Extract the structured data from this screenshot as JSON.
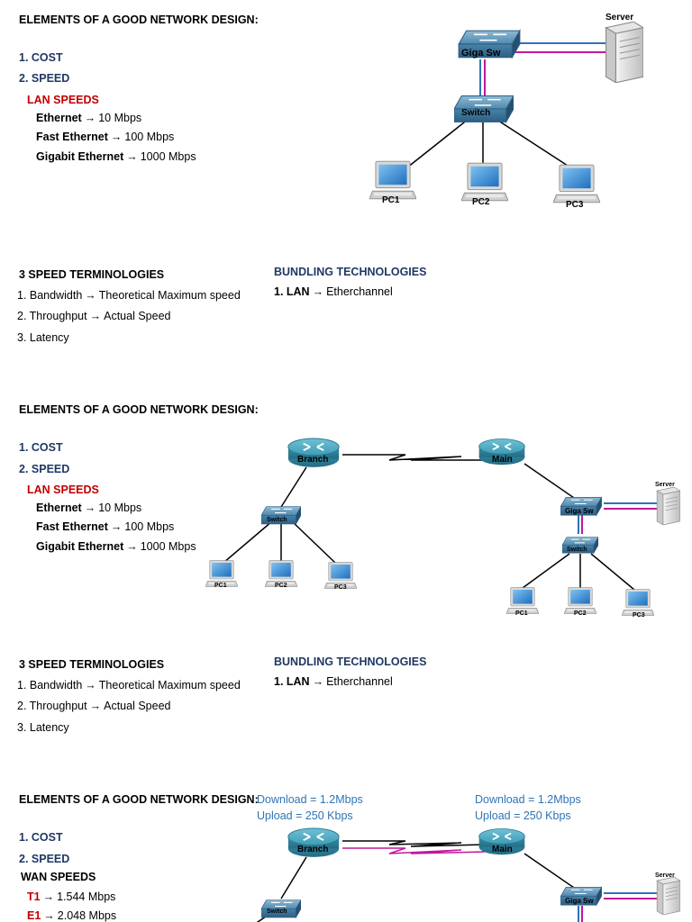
{
  "colors": {
    "navy": "#1f3864",
    "red": "#c00000",
    "link_blue": "#2e74b5",
    "cable_blue": "#2e74b5",
    "cable_magenta": "#c0189a",
    "router": "#3e9bb5",
    "switch": "#3f7fa6"
  },
  "section1": {
    "title": "ELEMENTS OF A GOOD NETWORK DESIGN:",
    "item1": "1. COST",
    "item2": "2. SPEED",
    "lan_heading": "LAN SPEEDS",
    "lan": [
      {
        "name": "Ethernet",
        "arrow": "→",
        "value": "10 Mbps"
      },
      {
        "name": "Fast Ethernet",
        "arrow": "→",
        "value": "100 Mbps"
      },
      {
        "name": "Gigabit Ethernet",
        "arrow": "→",
        "value": "1000 Mbps"
      }
    ],
    "diagram": {
      "server": "Server",
      "giga": "Giga Sw",
      "switch": "Switch",
      "pc1": "PC1",
      "pc2": "PC2",
      "pc3": "PC3"
    }
  },
  "terms1": {
    "title": "3 SPEED TERMINOLOGIES",
    "t1_label": "1. Bandwidth",
    "t1_value": "Theoretical Maximum speed",
    "t2_label": "2. Throughput",
    "t2_value": "Actual Speed",
    "t3": "3. Latency",
    "bundling_title": "BUNDLING TECHNOLOGIES",
    "bundling_label": "1. LAN",
    "bundling_value": "Etherchannel",
    "arrow": "→"
  },
  "section2": {
    "title": "ELEMENTS OF A GOOD NETWORK DESIGN:",
    "item1": "1. COST",
    "item2": "2. SPEED",
    "lan_heading": "LAN SPEEDS",
    "lan": [
      {
        "name": "Ethernet",
        "arrow": "→",
        "value": "10 Mbps"
      },
      {
        "name": "Fast Ethernet",
        "arrow": "→",
        "value": "100 Mbps"
      },
      {
        "name": "Gigabit Ethernet",
        "arrow": "→",
        "value": "1000 Mbps"
      }
    ],
    "diagram": {
      "branch": "Branch",
      "main": "Main",
      "server": "Server",
      "giga": "Giga Sw",
      "switch": "Switch",
      "pc1": "PC1",
      "pc2": "PC2",
      "pc3": "PC3"
    }
  },
  "terms2": {
    "title": "3 SPEED TERMINOLOGIES",
    "t1_label": "1. Bandwidth",
    "t1_value": "Theoretical Maximum speed",
    "t2_label": "2. Throughput",
    "t2_value": "Actual Speed",
    "t3": "3. Latency",
    "bundling_title": "BUNDLING TECHNOLOGIES",
    "bundling_label": "1. LAN",
    "bundling_value": "Etherchannel",
    "arrow": "→"
  },
  "section3": {
    "title": "ELEMENTS OF A GOOD NETWORK DESIGN:",
    "item1": "1. COST",
    "item2": "2. SPEED",
    "wan_heading": "WAN SPEEDS",
    "wan": [
      {
        "name": "T1",
        "arrow": "→",
        "value": "1.544 Mbps"
      },
      {
        "name": "E1",
        "arrow": "→",
        "value": "2.048 Mbps"
      }
    ],
    "branch_download": "Download = 1.2Mbps",
    "branch_upload": "Upload = 250 Kbps",
    "main_download": "Download = 1.2Mbps",
    "main_upload": "Upload = 250 Kbps",
    "diagram": {
      "branch": "Branch",
      "main": "Main",
      "server": "Server",
      "giga": "Giga Sw",
      "switch": "Switch"
    }
  }
}
